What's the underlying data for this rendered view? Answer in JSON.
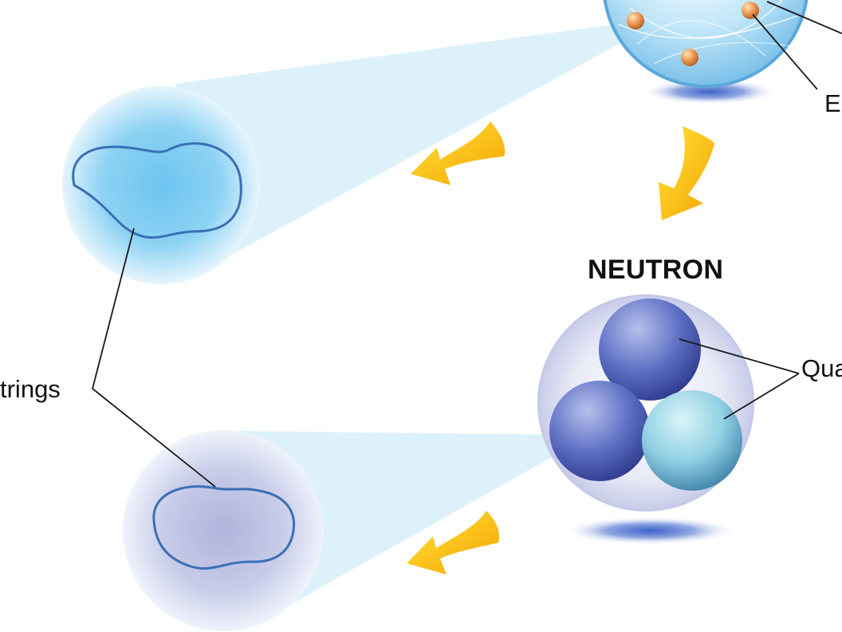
{
  "labels": {
    "neutron_title": "NEUTRON",
    "strings_label": "trings",
    "quarks_label": "Qua",
    "electron_label": "El"
  },
  "icons": {
    "arrow": "curved-arrow-icon"
  },
  "colors": {
    "beam": "#d6eefa",
    "string_line": "#3a6fb5",
    "arrow_yellow": "#ffd21f",
    "arrow_orange": "#f5a300",
    "quark_blue": "#4d5fb8",
    "quark_cyan": "#8fd6e6",
    "electron_orange": "#e8934a",
    "leader_line": "#1a1a1a"
  }
}
